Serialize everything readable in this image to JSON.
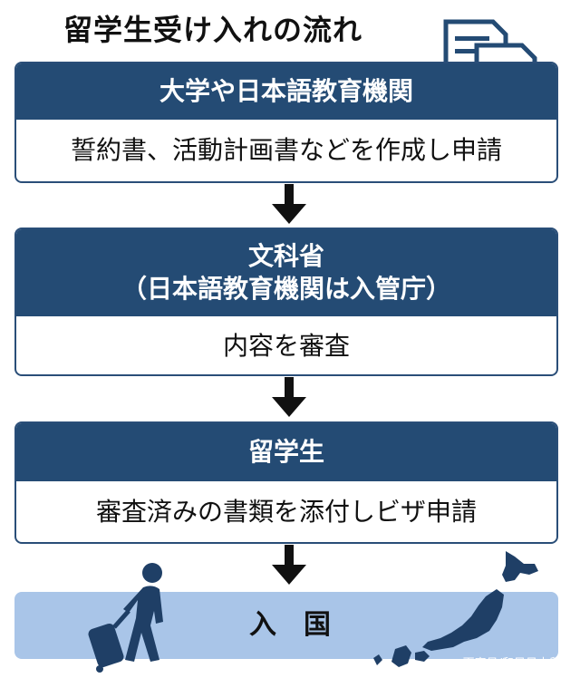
{
  "title": "留学生受け入れの流れ",
  "steps": [
    {
      "head_line1": "大学や日本語教育機関",
      "head_line2": "",
      "body": "誓約書、活動計画書などを作成し申請"
    },
    {
      "head_line1": "文科省",
      "head_line2": "（日本語教育機関は入管庁）",
      "body": "内容を審査"
    },
    {
      "head_line1": "留学生",
      "head_line2": "",
      "body": "審査済みの書類を添付しビザ申請"
    }
  ],
  "entry_label": "入　国",
  "watermark": "百家号/和风日本留学",
  "colors": {
    "header": "#244b74",
    "entry_bg": "#a9c5e8",
    "map": "#1f3f66"
  }
}
